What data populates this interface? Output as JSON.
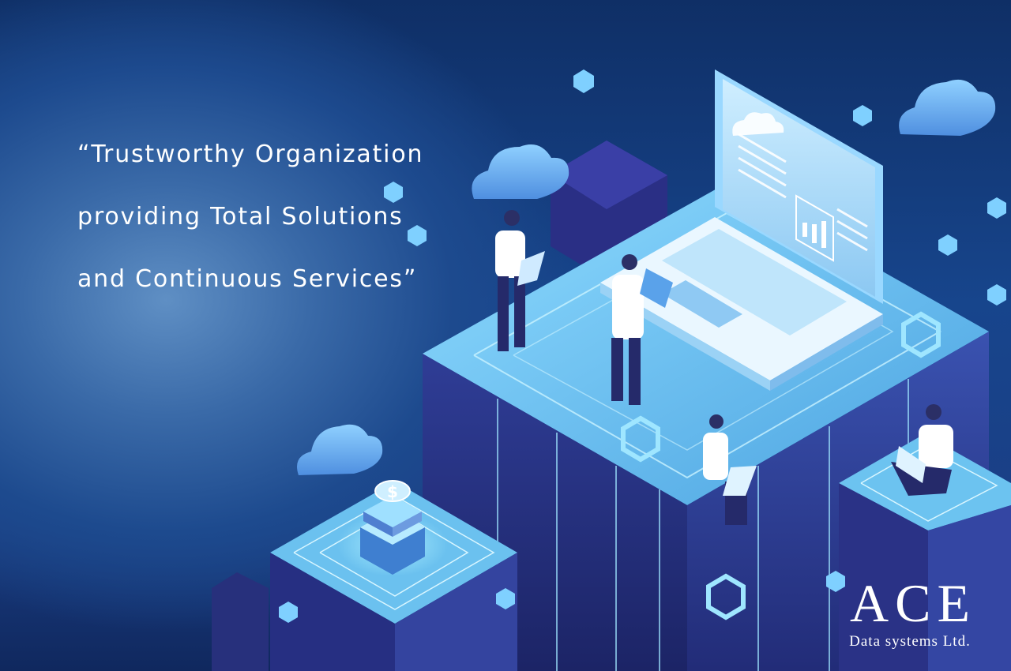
{
  "headline": {
    "line1": "“Trustworthy Organization",
    "line2": "providing Total Solutions",
    "line3": "and Continuous Services”"
  },
  "logo": {
    "name": "ACE",
    "subtitle": "Data systems Ltd."
  },
  "illustration": {
    "coin_symbol": "$",
    "icons": [
      "cloud-icon",
      "cube-icon",
      "laptop-icon",
      "bar-chart-icon",
      "dollar-coin-icon",
      "server-stack-icon",
      "person-icon",
      "tablet-icon"
    ]
  },
  "colors": {
    "background_dark": "#10285e",
    "background_glow": "#5f8fc4",
    "platform_top": "#62b4ea",
    "platform_side": "#26327e",
    "accent_cyan": "#9fe6ff",
    "text": "#ffffff"
  }
}
